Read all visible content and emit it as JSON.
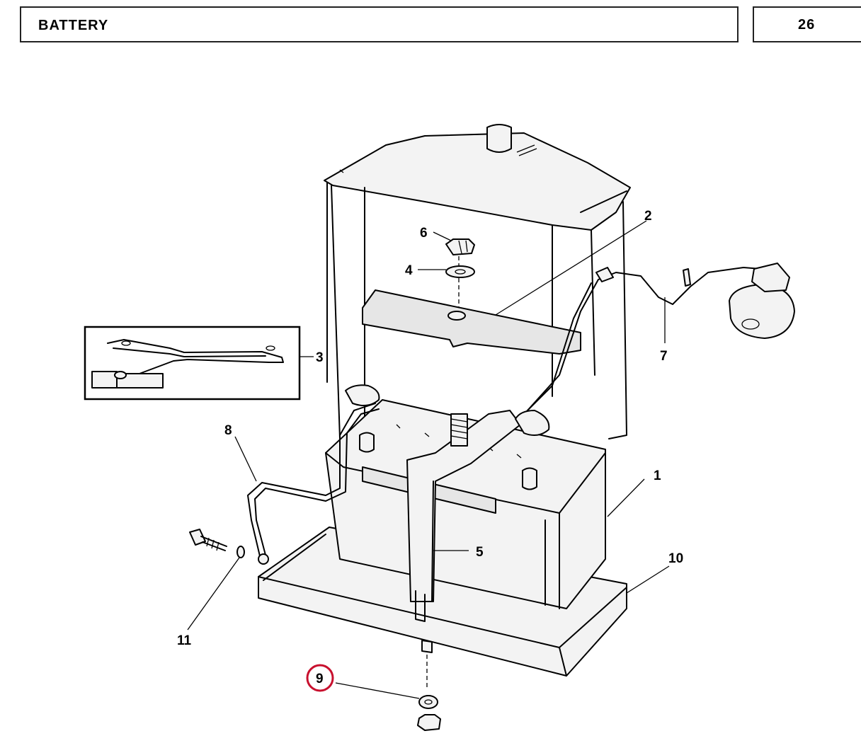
{
  "header": {
    "title": "BATTERY",
    "page_number": "26"
  },
  "callouts": {
    "c1": "1",
    "c2": "2",
    "c3": "3",
    "c4": "4",
    "c5": "5",
    "c6": "6",
    "c7": "7",
    "c8": "8",
    "c9": "9",
    "c10": "10",
    "c11": "11"
  },
  "highlight": {
    "callout": "9",
    "color": "#c8102e"
  }
}
